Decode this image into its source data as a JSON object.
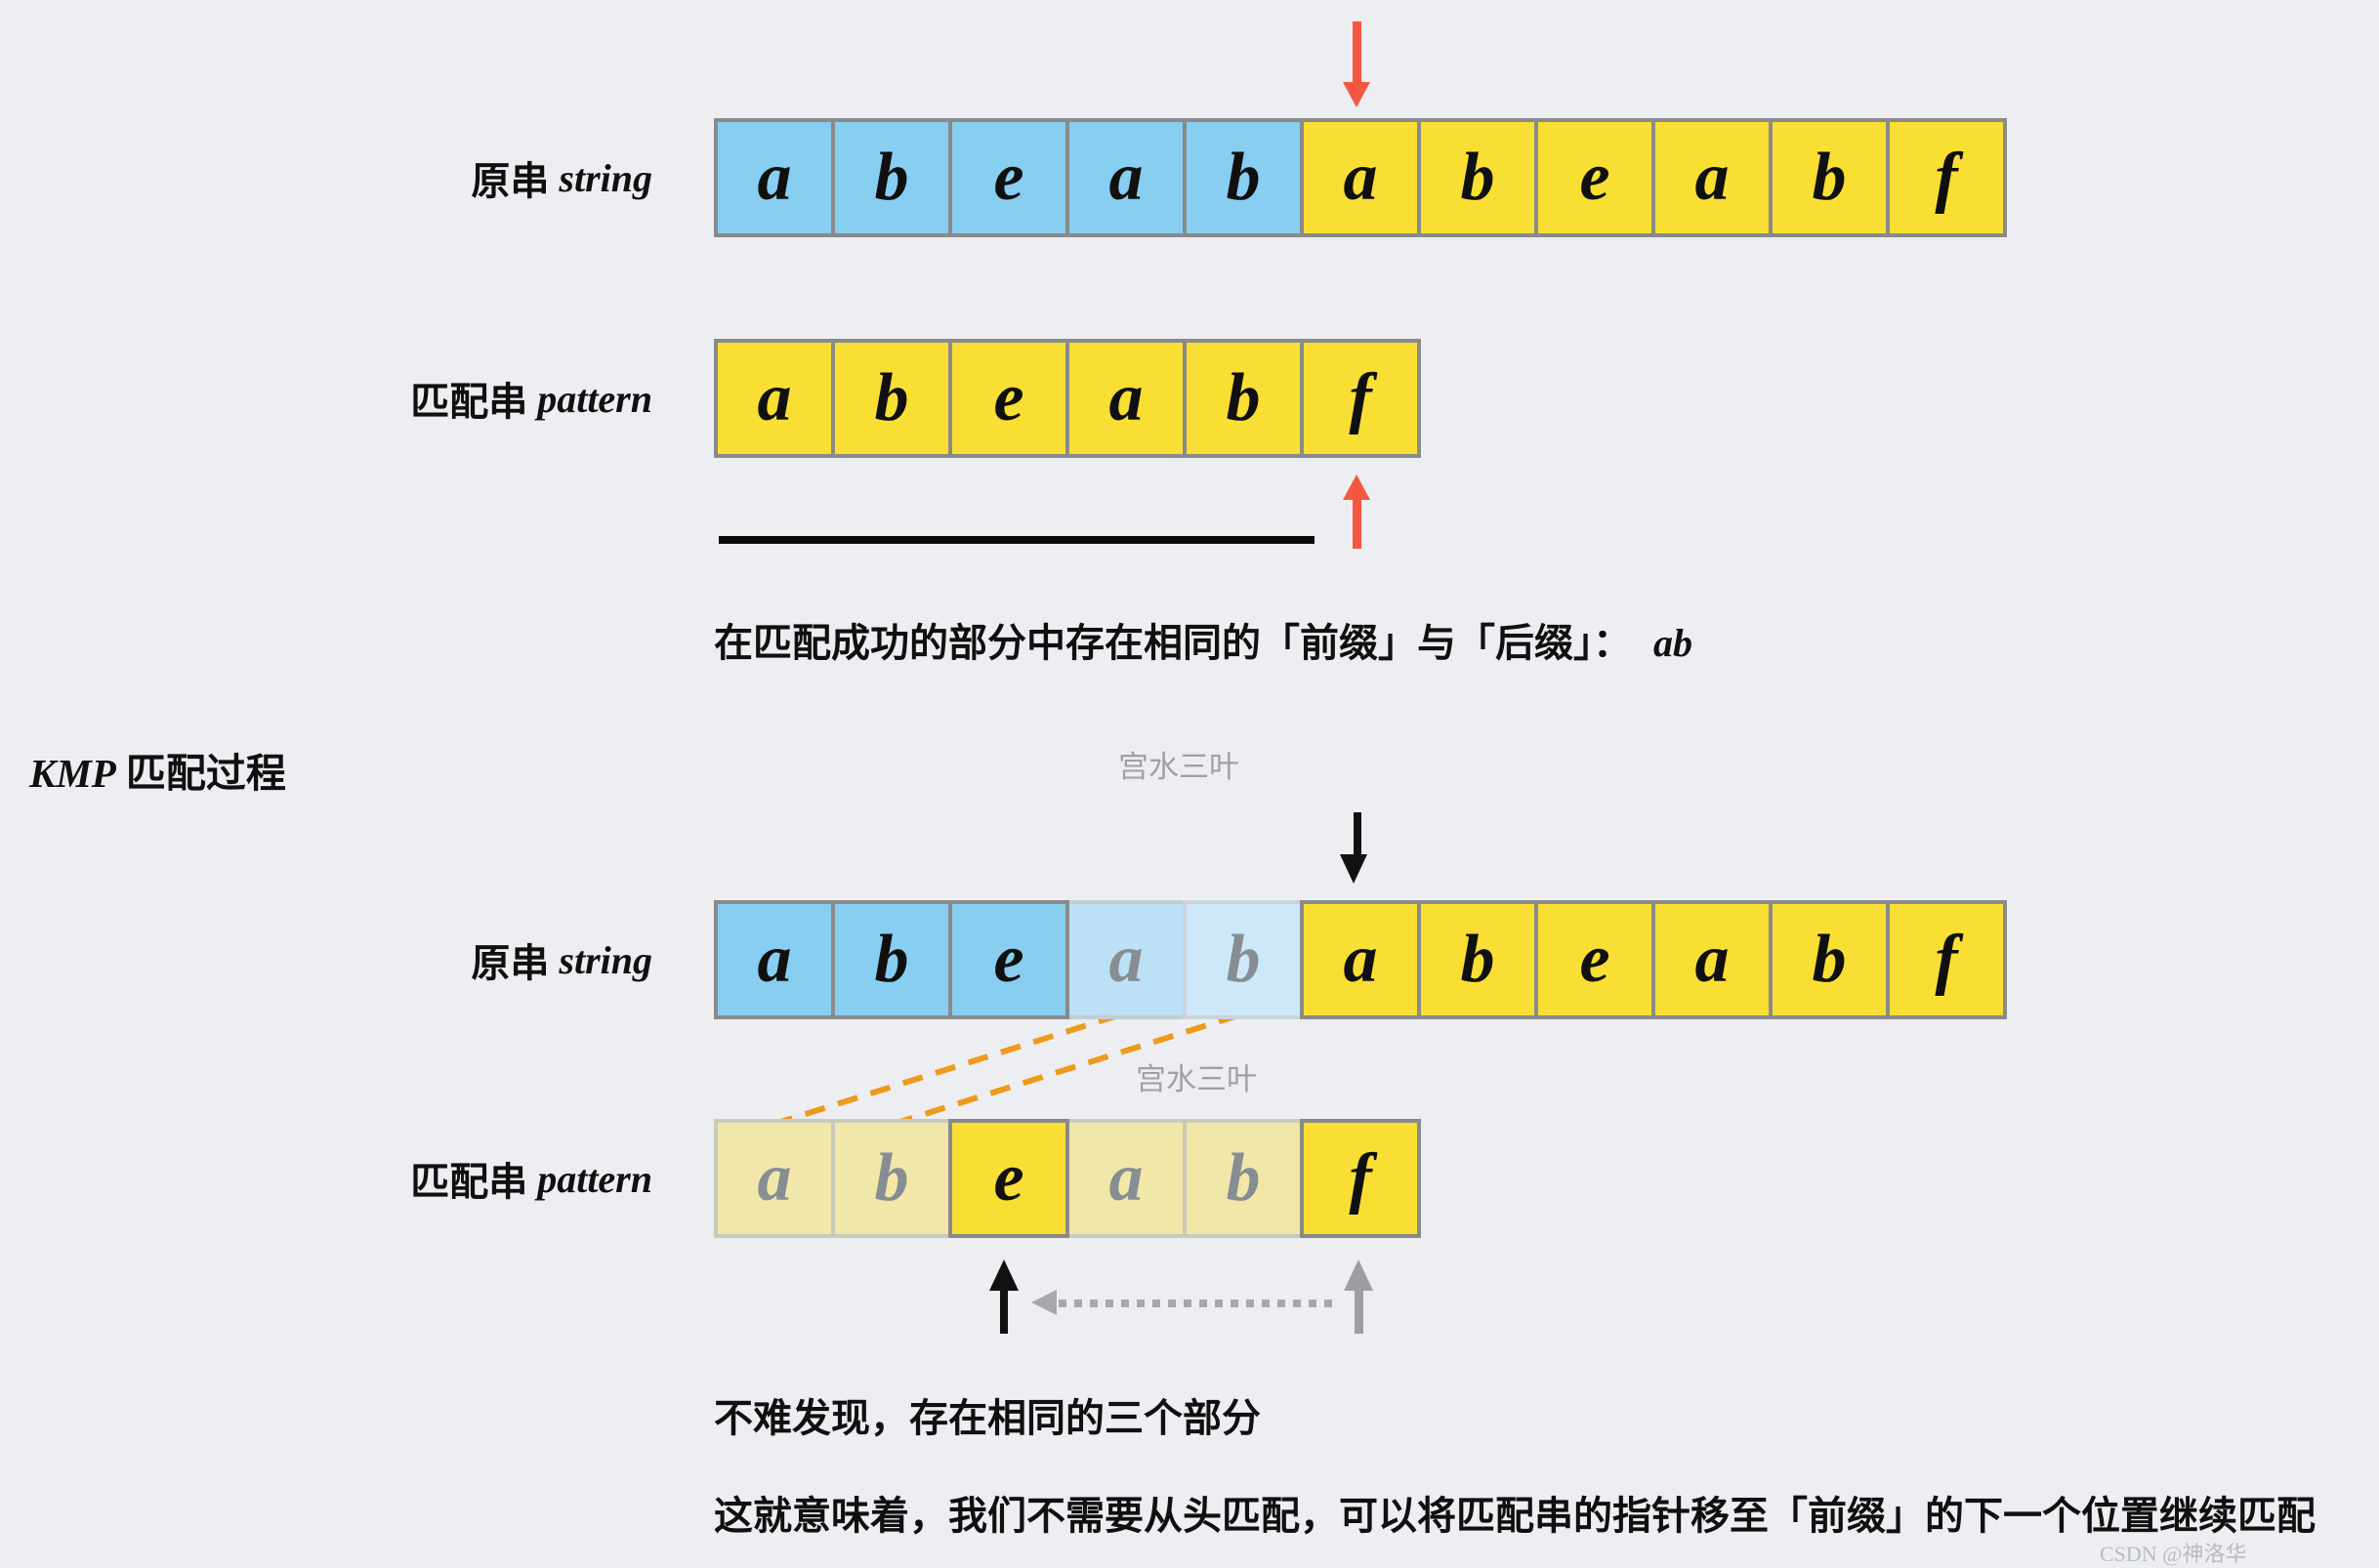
{
  "colors": {
    "bg": "#edeef2",
    "blue": "#87cef0",
    "yellow": "#f9df33",
    "blue_fade": "#bce0f5",
    "yellow_fade": "#f1e7a9",
    "border": "#8a8a8a",
    "red_arrow": "#f4573f",
    "orange_dash": "#ee9a1c",
    "gray_arrow": "#9d9ea3",
    "watermark_gray": "#9fa0a6"
  },
  "labels": {
    "string_cjk": "原串",
    "string_latin": "string",
    "pattern_cjk": "匹配串",
    "pattern_latin": "pattern"
  },
  "kmp_label": {
    "latin": "KMP",
    "cjk": "匹配过程"
  },
  "captions": {
    "c1_prefix": "在匹配成功的部分中存在相同的「前缀」与「后缀」：",
    "c1_italic": "ab",
    "c2": "不难发现，存在相同的三个部分",
    "c3": "这就意味着，我们不需要从头匹配，可以将匹配串的指针移至「前缀」的下一个位置继续匹配"
  },
  "watermark_text": "宫水三叶",
  "footer_watermark": "CSDN @神洛华",
  "rows": {
    "s1_string": [
      {
        "ch": "a",
        "variant": "blue"
      },
      {
        "ch": "b",
        "variant": "blue"
      },
      {
        "ch": "e",
        "variant": "blue"
      },
      {
        "ch": "a",
        "variant": "blue"
      },
      {
        "ch": "b",
        "variant": "blue"
      },
      {
        "ch": "a",
        "variant": "yellow"
      },
      {
        "ch": "b",
        "variant": "yellow"
      },
      {
        "ch": "e",
        "variant": "yellow"
      },
      {
        "ch": "a",
        "variant": "yellow"
      },
      {
        "ch": "b",
        "variant": "yellow"
      },
      {
        "ch": "f",
        "variant": "yellow"
      }
    ],
    "s1_pattern": [
      {
        "ch": "a",
        "variant": "yellow"
      },
      {
        "ch": "b",
        "variant": "yellow"
      },
      {
        "ch": "e",
        "variant": "yellow"
      },
      {
        "ch": "a",
        "variant": "yellow"
      },
      {
        "ch": "b",
        "variant": "yellow"
      },
      {
        "ch": "f",
        "variant": "yellow"
      }
    ],
    "s2_string": [
      {
        "ch": "a",
        "variant": "blue"
      },
      {
        "ch": "b",
        "variant": "blue"
      },
      {
        "ch": "e",
        "variant": "blue"
      },
      {
        "ch": "a",
        "variant": "blue-fade-1"
      },
      {
        "ch": "b",
        "variant": "blue-fade-2"
      },
      {
        "ch": "a",
        "variant": "yellow"
      },
      {
        "ch": "b",
        "variant": "yellow"
      },
      {
        "ch": "e",
        "variant": "yellow"
      },
      {
        "ch": "a",
        "variant": "yellow"
      },
      {
        "ch": "b",
        "variant": "yellow"
      },
      {
        "ch": "f",
        "variant": "yellow"
      }
    ],
    "s2_pattern": [
      {
        "ch": "a",
        "variant": "yellow-fade"
      },
      {
        "ch": "b",
        "variant": "yellow-fade"
      },
      {
        "ch": "e",
        "variant": "yellow"
      },
      {
        "ch": "a",
        "variant": "yellow-fade"
      },
      {
        "ch": "b",
        "variant": "yellow-fade"
      },
      {
        "ch": "f",
        "variant": "yellow"
      }
    ]
  }
}
